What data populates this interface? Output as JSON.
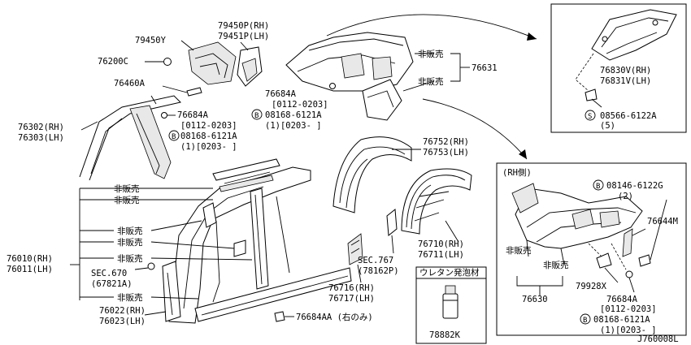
{
  "labels": {
    "p79450p_79451p": "79450P(RH)\n79451P(LH)",
    "p79450y": "79450Y",
    "p76200c": "76200C",
    "p76460a": "76460A",
    "p76684a_left": "76684A",
    "p76684a_left_range": "[0112-0203]",
    "p08168_left": "08168-6121A",
    "p08168_left_qty": "(1)[0203-      ]",
    "p76302_76303": "76302(RH)\n76303(LH)",
    "p76684a_mid": "76684A",
    "p76684a_mid_range": "[0112-0203]",
    "p08168_mid": "08168-6121A",
    "p08168_mid_qty": "(1)[0203-      ]",
    "p76631": "76631",
    "hibaibai_1": "非販売",
    "hibaibai_2": "非販売",
    "p76752_76753": "76752(RH)\n76753(LH)",
    "p76010_76011": "76010(RH)\n76011(LH)",
    "hibaibai_list": [
      "非販売",
      "非販売",
      "非販売",
      "非販売",
      "非販売",
      "非販売"
    ],
    "sec670": "SEC.670\n(67821A)",
    "p76022_76023": "76022(RH)\n76023(LH)",
    "p76684aa": "76684AA (右のみ)",
    "p76716_76717": "76716(RH)\n76717(LH)",
    "sec767": "SEC.767\n(78162P)",
    "p76710_76711": "76710(RH)\n76711(LH)",
    "urethane_title": "ウレタン発泡材",
    "p78882k": "78882K",
    "inset_tr_label": "76830V(RH)\n76831V(LH)",
    "inset_tr_screw": "08566-6122A",
    "inset_tr_screw_qty": "(5)",
    "inset_rh_title": "(RH側)",
    "inset_rh_08146": "08146-6122G",
    "inset_rh_08146_qty": "(2)",
    "inset_rh_76644m": "76644M",
    "inset_rh_hibaibai_1": "非販売",
    "inset_rh_hibaibai_2": "非販売",
    "inset_rh_76630": "76630",
    "inset_rh_79928x": "79928X",
    "inset_rh_76684a": "76684A",
    "inset_rh_76684a_range": "[0112-0203]",
    "inset_rh_08168": "08168-6121A",
    "inset_rh_08168_qty": "(1)[0203-      ]",
    "diagram_code": "J760008L",
    "badge_b": "B",
    "badge_s": "S"
  }
}
